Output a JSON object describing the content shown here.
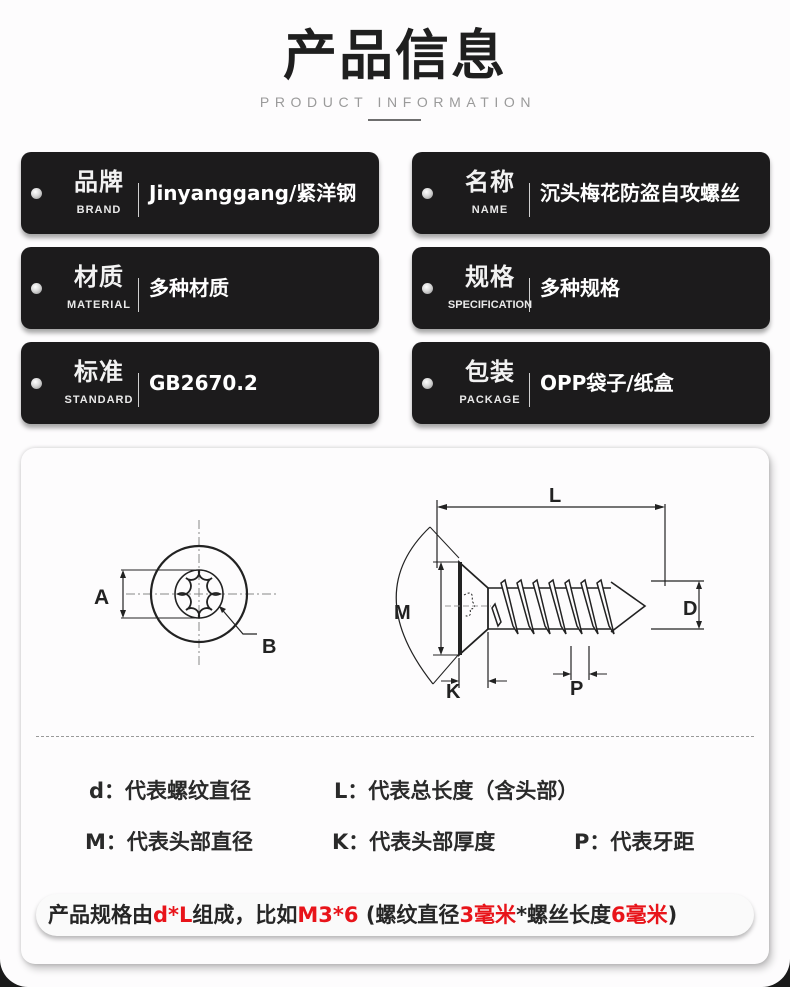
{
  "header": {
    "title": "产品信息",
    "subtitle": "PRODUCT INFORMATION"
  },
  "cards": [
    {
      "label_zh": "品牌",
      "label_en": "BRAND",
      "value": "Jinyanggang/紧洋钢"
    },
    {
      "label_zh": "名称",
      "label_en": "NAME",
      "value": "沉头梅花防盗自攻螺丝"
    },
    {
      "label_zh": "材质",
      "label_en": "MATERIAL",
      "value": "多种材质"
    },
    {
      "label_zh": "规格",
      "label_en": "SPECIFICATION",
      "value": "多种规格"
    },
    {
      "label_zh": "标准",
      "label_en": "STANDARD",
      "value": "GB2670.2"
    },
    {
      "label_zh": "包装",
      "label_en": "PACKAGE",
      "value": "OPP袋子/纸盒"
    }
  ],
  "diagram": {
    "labels": {
      "A": "A",
      "B": "B",
      "L": "L",
      "M": "M",
      "D": "D",
      "K": "K",
      "P": "P"
    }
  },
  "legend": [
    {
      "text": "d：代表螺纹直径"
    },
    {
      "text": "L：代表总长度（含头部）"
    },
    {
      "text": "M：代表头部直径"
    },
    {
      "text": "K：代表头部厚度"
    },
    {
      "text": "P：代表牙距"
    }
  ],
  "formula": {
    "parts": [
      {
        "text": "产品规格由",
        "color": "#262626"
      },
      {
        "text": "d*L",
        "color": "#e8141a"
      },
      {
        "text": "组成，比如",
        "color": "#262626"
      },
      {
        "text": "M3*6",
        "color": "#e8141a"
      },
      {
        "text": " (螺纹直径",
        "color": "#262626"
      },
      {
        "text": "3毫米",
        "color": "#e8141a"
      },
      {
        "text": "*螺丝长度",
        "color": "#262626"
      },
      {
        "text": "6毫米",
        "color": "#e8141a"
      },
      {
        "text": ")",
        "color": "#262626"
      }
    ]
  },
  "colors": {
    "card_bg": "#1c1b1c",
    "accent_red": "#e8141a",
    "page_bg": "#fdfcfd"
  }
}
